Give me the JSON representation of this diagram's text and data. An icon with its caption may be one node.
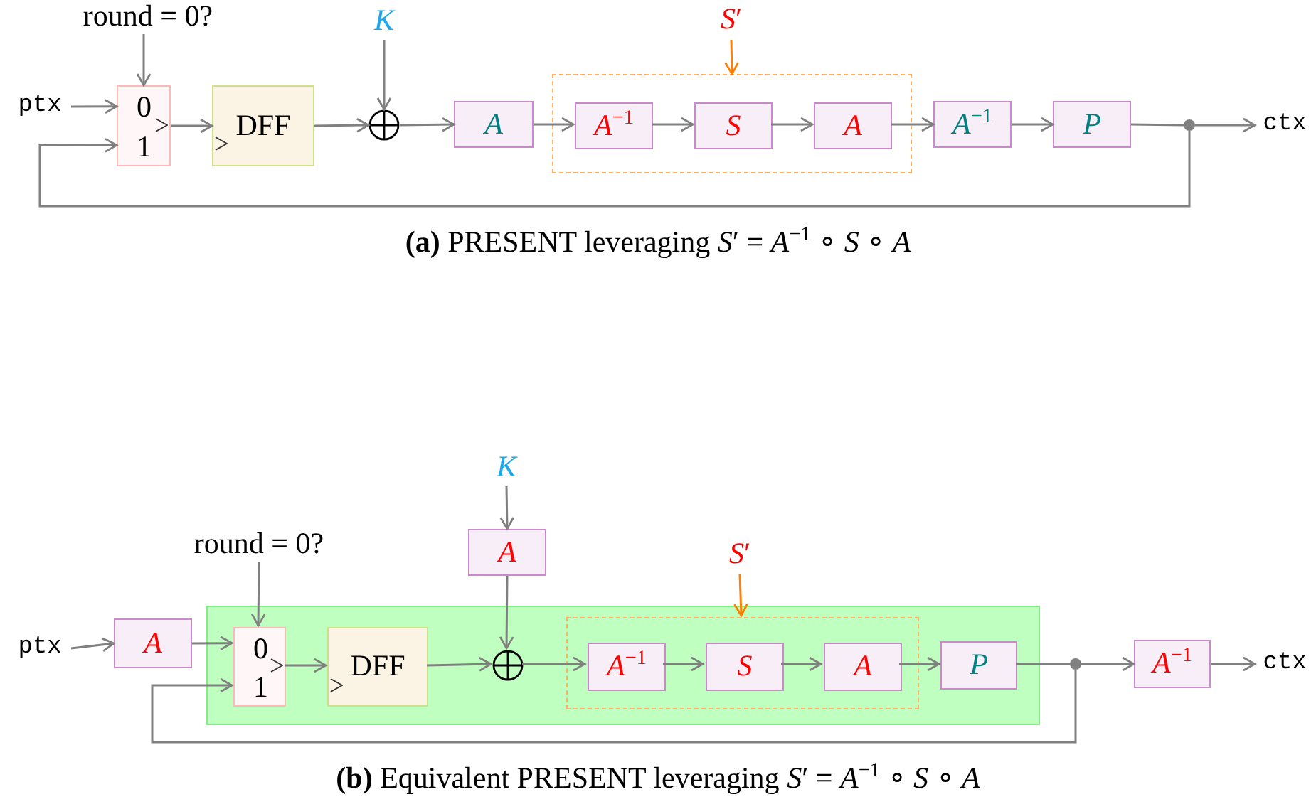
{
  "diagram": {
    "nodes": [
      {
        "text": [
          "ptx"
        ]
      },
      {
        "text": [
          "round = 0?"
        ]
      },
      {
        "text": [
          "0",
          "1"
        ]
      },
      {
        "text": [
          "DFF"
        ]
      },
      {
        "text": [
          "K"
        ]
      },
      {
        "text": [],
        "shape": "circle"
      },
      {
        "text": [
          "A"
        ]
      },
      {
        "text": [],
        "shape": "box"
      },
      {
        "text": [
          "*S*′"
        ]
      },
      {
        "text": [
          "*A*$^{−1}$"
        ],
        "in": 7
      },
      {
        "text": [
          "S"
        ],
        "in": 7
      },
      {
        "text": [
          "A"
        ],
        "in": 7
      },
      {
        "text": [
          "*A*$^{−1}$"
        ]
      },
      {
        "text": [
          "P"
        ]
      },
      {
        "text": [],
        "shape": "circle"
      },
      {
        "text": [
          "ctx"
        ]
      },
      {
        "text": [
          "ptx"
        ]
      },
      {
        "text": [
          "A"
        ]
      },
      {
        "text": [
          "round = 0?"
        ]
      },
      {
        "text": [
          "K"
        ]
      },
      {
        "text": [
          "A"
        ]
      },
      {
        "text": [],
        "shape": "box"
      },
      {
        "text": [
          "0",
          "1"
        ],
        "in": 21
      },
      {
        "text": [
          "DFF"
        ],
        "in": 21
      },
      {
        "text": [],
        "shape": "circle",
        "in": 21
      },
      {
        "text": [],
        "shape": "box",
        "in": 21
      },
      {
        "text": [
          "*S*′"
        ]
      },
      {
        "text": [
          "*A*$^{−1}$"
        ],
        "in": 25
      },
      {
        "text": [
          "S"
        ],
        "in": 25
      },
      {
        "text": [
          "A"
        ],
        "in": 25
      },
      {
        "text": [
          "P"
        ],
        "in": 21
      },
      {
        "text": [],
        "shape": "circle"
      },
      {
        "text": [
          "*A*$^{−1}$"
        ]
      },
      {
        "text": [
          "ctx"
        ]
      }
    ],
    "edges": [
      {
        "from": 0,
        "to": 2,
        "arrow": "to"
      },
      {
        "from": 1,
        "to": 2,
        "arrow": "to"
      },
      {
        "from": 2,
        "to": 3,
        "arrow": "to"
      },
      {
        "from": 3,
        "to": 5,
        "arrow": "to"
      },
      {
        "from": 4,
        "to": 5,
        "arrow": "to"
      },
      {
        "from": 5,
        "to": 6,
        "arrow": "to"
      },
      {
        "from": 6,
        "to": 9,
        "arrow": "to"
      },
      {
        "from": 9,
        "to": 10,
        "arrow": "to"
      },
      {
        "from": 10,
        "to": 11,
        "arrow": "to"
      },
      {
        "from": 11,
        "to": 12,
        "arrow": "to"
      },
      {
        "from": 12,
        "to": 13,
        "arrow": "to"
      },
      {
        "from": 13,
        "to": 14,
        "arrow": "none"
      },
      {
        "from": 14,
        "to": 15,
        "arrow": "to"
      },
      {
        "from": 14,
        "to": 2,
        "arrow": "to"
      },
      {
        "from": 8,
        "to": 7,
        "arrow": "to",
        "color": "#ff8000"
      },
      {
        "from": 16,
        "to": 17,
        "arrow": "to"
      },
      {
        "from": 17,
        "to": 22,
        "arrow": "to"
      },
      {
        "from": 18,
        "to": 22,
        "arrow": "to"
      },
      {
        "from": 22,
        "to": 23,
        "arrow": "to"
      },
      {
        "from": 23,
        "to": 24,
        "arrow": "to"
      },
      {
        "from": 19,
        "to": 20,
        "arrow": "to"
      },
      {
        "from": 20,
        "to": 24,
        "arrow": "to"
      },
      {
        "from": 24,
        "to": 27,
        "arrow": "to"
      },
      {
        "from": 27,
        "to": 28,
        "arrow": "to"
      },
      {
        "from": 28,
        "to": 29,
        "arrow": "to"
      },
      {
        "from": 29,
        "to": 30,
        "arrow": "to"
      },
      {
        "from": 30,
        "to": 31,
        "arrow": "none"
      },
      {
        "from": 31,
        "to": 32,
        "arrow": "to"
      },
      {
        "from": 32,
        "to": 33,
        "arrow": "to"
      },
      {
        "from": 31,
        "to": 22,
        "arrow": "to"
      },
      {
        "from": 26,
        "to": 25,
        "arrow": "to",
        "color": "#ff8000"
      }
    ],
    "labels": [
      "**(a)** PRESENT leveraging *S*′ = *A*$^{−1}$ ∘ *S* ∘ *A*",
      "**(b)** Equivalent PRESENT leveraging *S*′ = *A*$^{−1}$ ∘ *S* ∘ *A*"
    ]
  }
}
